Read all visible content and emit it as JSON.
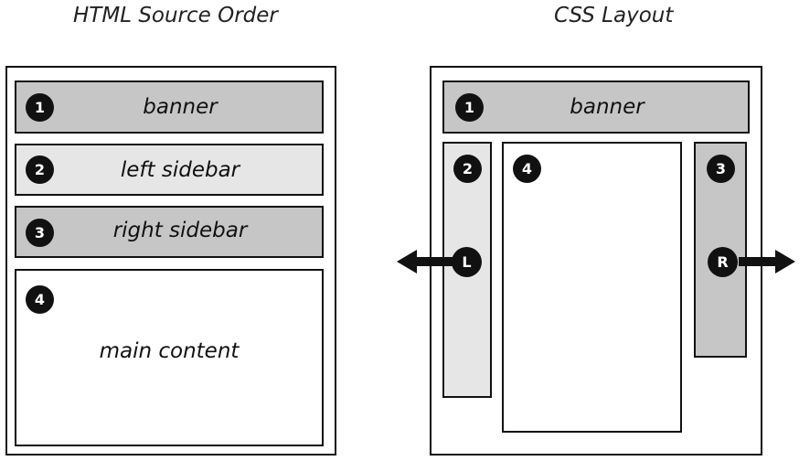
{
  "left_panel": {
    "title": "HTML Source Order",
    "boxes": [
      {
        "number": "1",
        "label": "banner"
      },
      {
        "number": "2",
        "label": "left sidebar"
      },
      {
        "number": "3",
        "label": "right sidebar"
      },
      {
        "number": "4",
        "label": "main content"
      }
    ]
  },
  "right_panel": {
    "title": "CSS Layout",
    "banner": {
      "number": "1",
      "label": "banner"
    },
    "left_sidebar": {
      "number": "2",
      "float_marker": "L"
    },
    "main": {
      "number": "4"
    },
    "right_sidebar": {
      "number": "3",
      "float_marker": "R"
    }
  },
  "colors": {
    "dark_fill": "#c6c6c6",
    "light_fill": "#e6e6e6",
    "badge": "#111111"
  },
  "icons": [
    "left-arrow-icon",
    "right-arrow-icon",
    "number-badge-icon"
  ]
}
